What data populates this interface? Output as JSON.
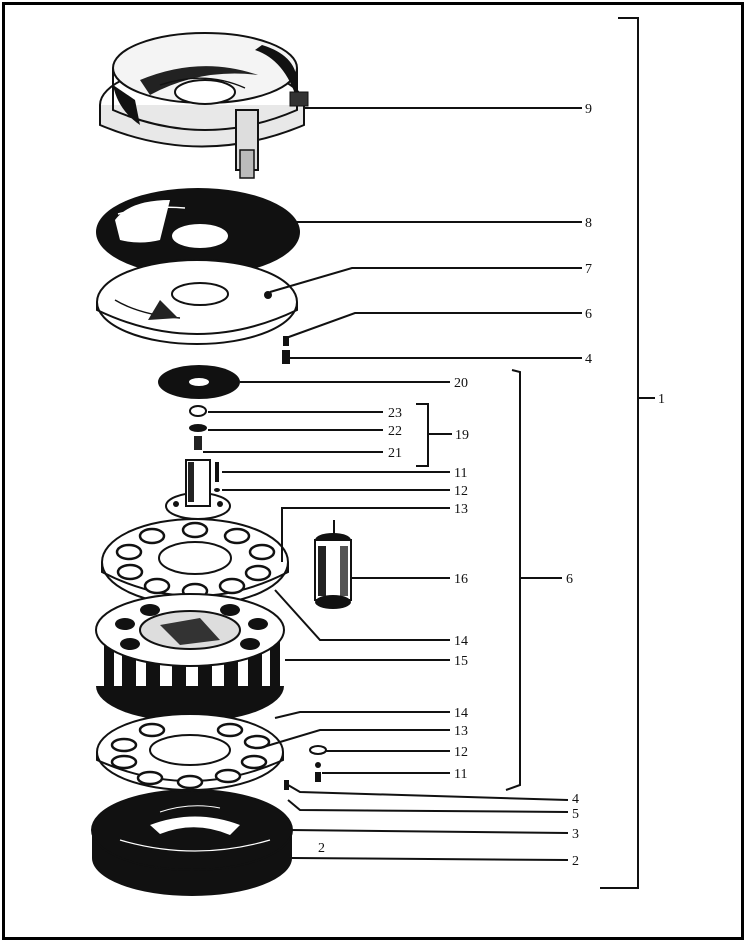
{
  "callouts": [
    {
      "id": "c9",
      "text": "9"
    },
    {
      "id": "c8",
      "text": "8"
    },
    {
      "id": "c7",
      "text": "7"
    },
    {
      "id": "c6a",
      "text": "6"
    },
    {
      "id": "c4a",
      "text": "4"
    },
    {
      "id": "c20",
      "text": "20"
    },
    {
      "id": "c23",
      "text": "23"
    },
    {
      "id": "c22",
      "text": "22"
    },
    {
      "id": "c21",
      "text": "21"
    },
    {
      "id": "c19",
      "text": "19"
    },
    {
      "id": "c11a",
      "text": "11"
    },
    {
      "id": "c12a",
      "text": "12"
    },
    {
      "id": "c13a",
      "text": "13"
    },
    {
      "id": "c16",
      "text": "16"
    },
    {
      "id": "c6b",
      "text": "6"
    },
    {
      "id": "c14a",
      "text": "14"
    },
    {
      "id": "c15",
      "text": "15"
    },
    {
      "id": "c14b",
      "text": "14"
    },
    {
      "id": "c13b",
      "text": "13"
    },
    {
      "id": "c12b",
      "text": "12"
    },
    {
      "id": "c11b",
      "text": "11"
    },
    {
      "id": "c4b",
      "text": "4"
    },
    {
      "id": "c5",
      "text": "5"
    },
    {
      "id": "c3",
      "text": "3"
    },
    {
      "id": "c2a",
      "text": "2"
    },
    {
      "id": "c2b",
      "text": "2"
    },
    {
      "id": "c1",
      "text": "1"
    }
  ],
  "colors": {
    "ink": "#111111",
    "paper": "#ffffff"
  }
}
